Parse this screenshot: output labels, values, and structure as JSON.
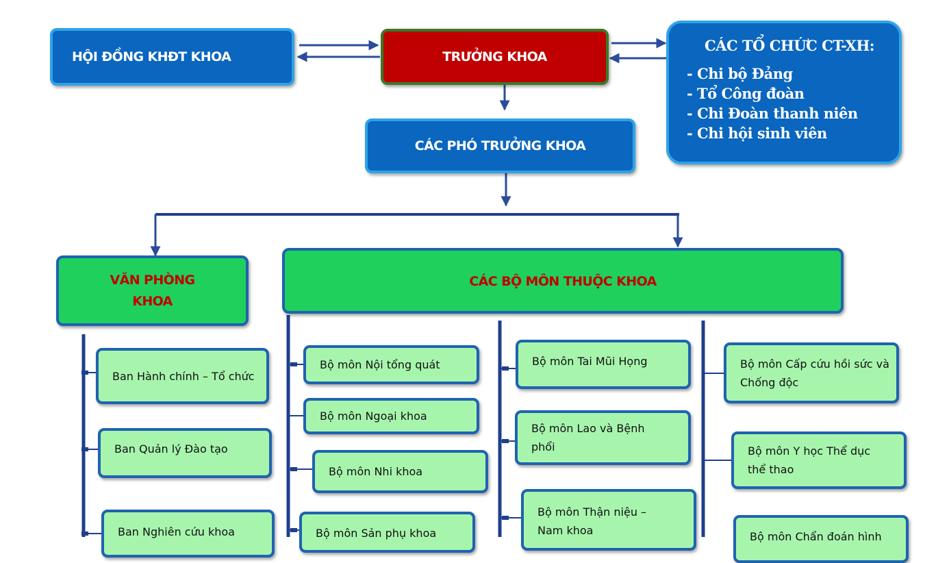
{
  "top": {
    "council": "HỘI ĐỒNG KHĐT KHOA",
    "dean": "TRƯỞNG KHOA",
    "vice_deans": "CÁC PHÓ TRƯỞNG KHOA"
  },
  "organizations": {
    "title": "CÁC TỔ CHỨC CT-XH:",
    "items": [
      "- Chi bộ Đảng",
      "- Tổ Công đoàn",
      "- Chi Đoàn thanh niên",
      "- Chi hội sinh viên"
    ]
  },
  "office": {
    "title_line1": "VĂN PHÒNG",
    "title_line2": "KHOA",
    "items": [
      "Ban Hành chính – Tổ chức",
      "Ban Quản lý Đào tạo",
      "Ban Nghiên cứu khoa"
    ]
  },
  "departments": {
    "title": "CÁC BỘ MÔN THUỘC KHOA",
    "col1": [
      "Bộ môn Nội tổng quát",
      "Bộ môn Ngoại khoa",
      "Bộ môn Nhi khoa",
      "Bộ môn Sản phụ khoa"
    ],
    "col2": [
      "Bộ môn Tai Mũi Họng",
      "Bộ môn Lao và Bệnh phổi",
      "Bộ môn Thận niệu – Nam khoa"
    ],
    "col3": [
      "Bộ môn Cấp cứu hồi sức và Chống độc",
      "Bộ môn Y học Thể dục thể thao",
      "Bộ môn Chẩn đoán hình"
    ]
  },
  "colors": {
    "blue_box": "#0a66be",
    "red_box": "#c00000",
    "green_box": "#1fd05d",
    "light_box": "#a7f5ad",
    "line": "#1f3f8c"
  }
}
